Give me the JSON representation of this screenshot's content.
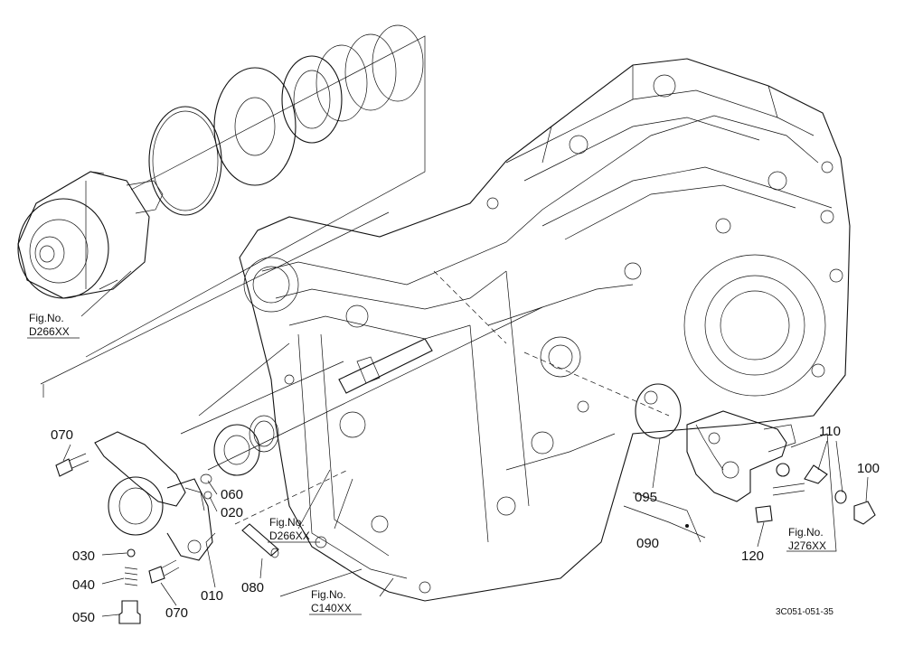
{
  "figure_refs": [
    {
      "id": "ref-clutch",
      "line1": "Fig.No.",
      "line2": "D266XX"
    },
    {
      "id": "ref-shaft",
      "line1": "Fig.No.",
      "line2": "D266XX"
    },
    {
      "id": "ref-case",
      "line1": "Fig.No.",
      "line2": "C140XX"
    },
    {
      "id": "ref-valve",
      "line1": "Fig.No.",
      "line2": "J276XX"
    }
  ],
  "parts": {
    "p010": "010",
    "p020": "020",
    "p030": "030",
    "p040": "040",
    "p050": "050",
    "p060": "060",
    "p070a": "070",
    "p070b": "070",
    "p080": "080",
    "p090": "090",
    "p095": "095",
    "p100": "100",
    "p110": "110",
    "p120": "120"
  },
  "diagram_code": "3C051-051-35"
}
